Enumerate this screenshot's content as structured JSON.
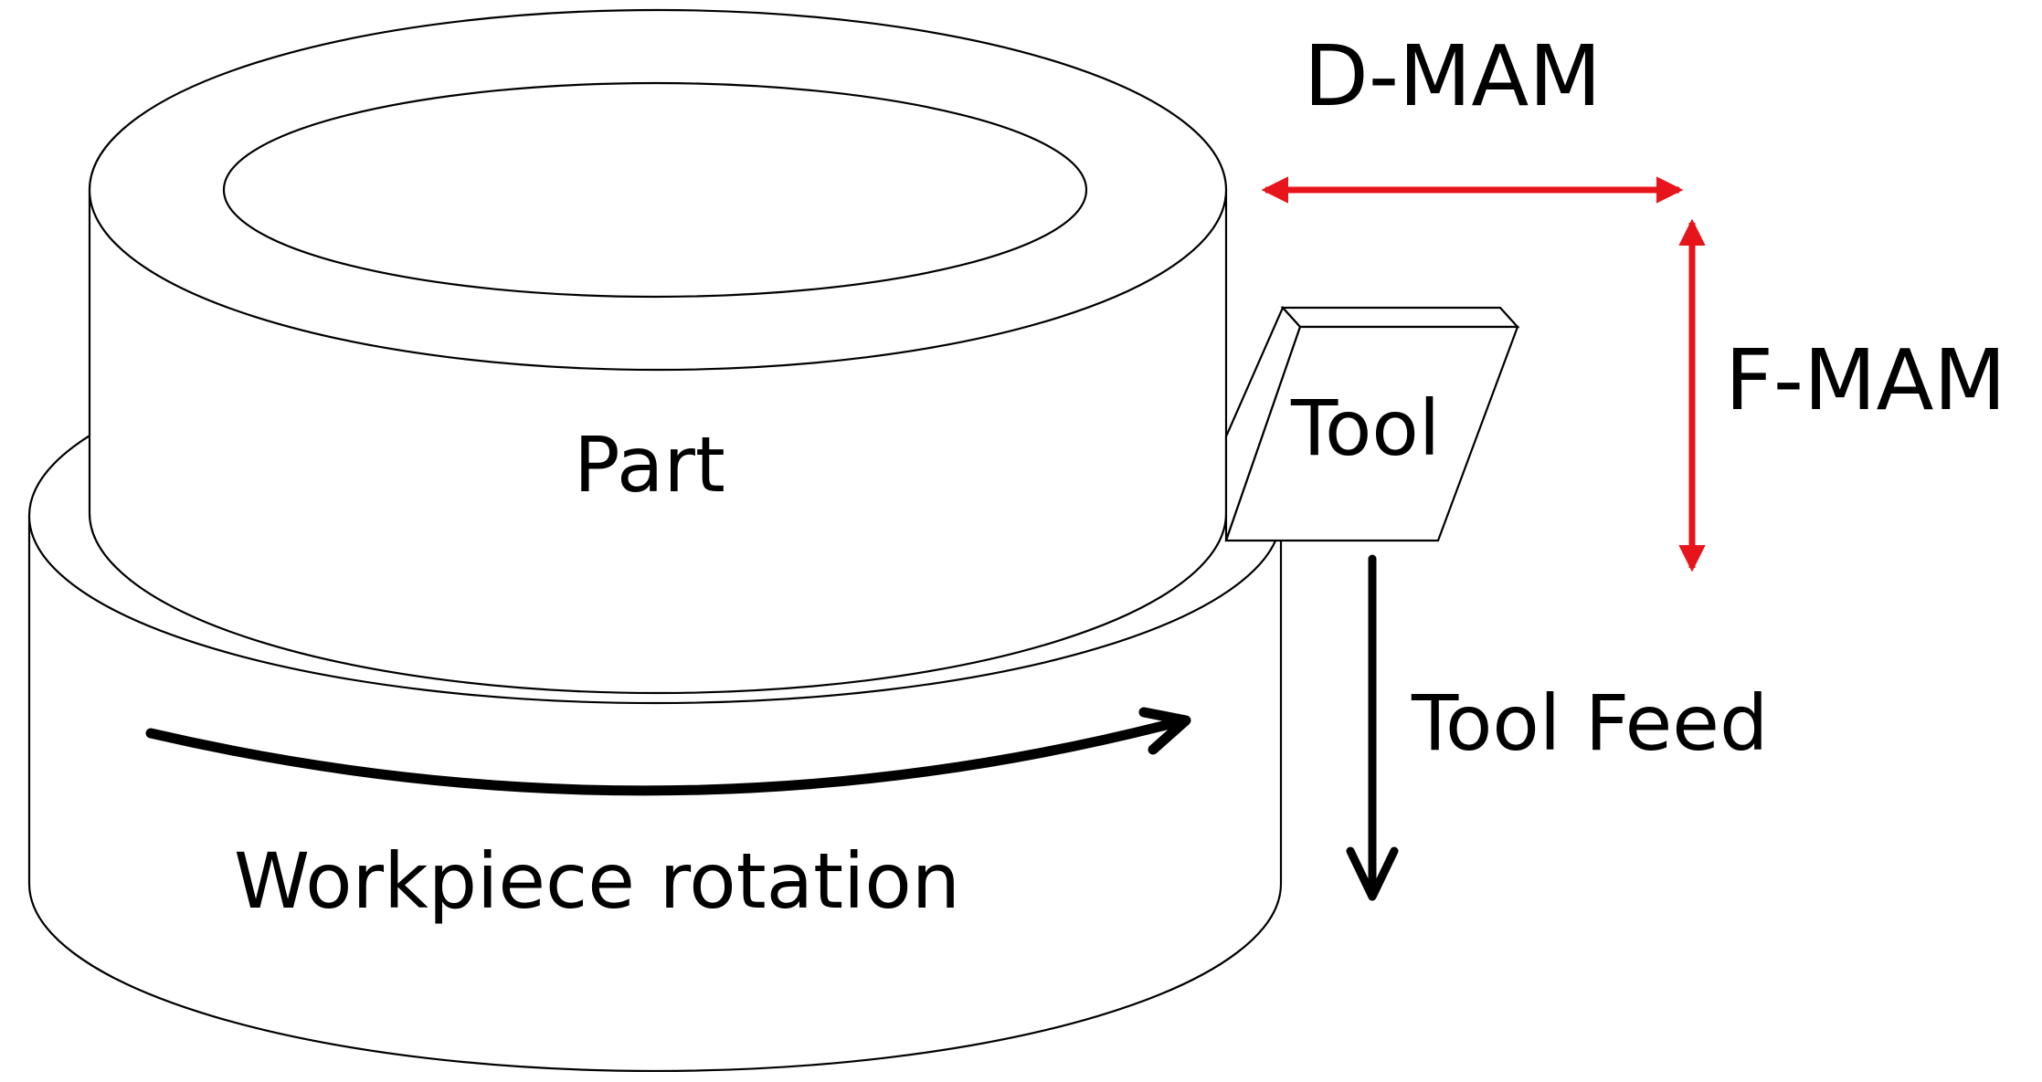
{
  "labels": {
    "part": "Part",
    "tool": "Tool",
    "tool_feed": "Tool Feed",
    "workpiece_rotation": "Workpiece rotation",
    "d_mam": "D-MAM",
    "f_mam": "F-MAM"
  },
  "colors": {
    "outline": "#000000",
    "background": "#ffffff",
    "mam_arrows": "#e8141b",
    "feed_arrow": "#000000"
  }
}
